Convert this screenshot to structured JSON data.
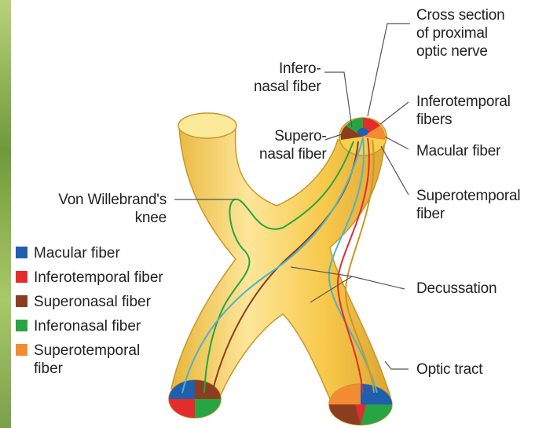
{
  "labels": {
    "cross_section": [
      "Cross section",
      "of proximal",
      "optic nerve"
    ],
    "inferonasal": [
      "Infero-",
      "nasal fiber"
    ],
    "superonasal": [
      "Supero-",
      "nasal fiber"
    ],
    "inferotemporal": [
      "Inferotemporal",
      "fibers"
    ],
    "macular": "Macular fiber",
    "superotemporal": [
      "Superotemporal",
      "fiber"
    ],
    "von_willebrand": [
      "Von Willebrand's",
      "knee"
    ],
    "decussation": "Decussation",
    "optic_tract": "Optic tract"
  },
  "legend": [
    {
      "label": "Macular fiber",
      "color": "#1f5fb0"
    },
    {
      "label": "Inferotemporal fiber",
      "color": "#e32c2c"
    },
    {
      "label": "Superonasal fiber",
      "color": "#8b3e1f"
    },
    {
      "label": "Inferonasal fiber",
      "color": "#27a543"
    },
    {
      "label": "Superotemporal fiber",
      "color": "#f28b32"
    }
  ],
  "colors": {
    "chiasm_fill": "#f9cf4f",
    "chiasm_light": "#fde99a",
    "chiasm_edge": "#c9962a",
    "leader": "#555555"
  }
}
